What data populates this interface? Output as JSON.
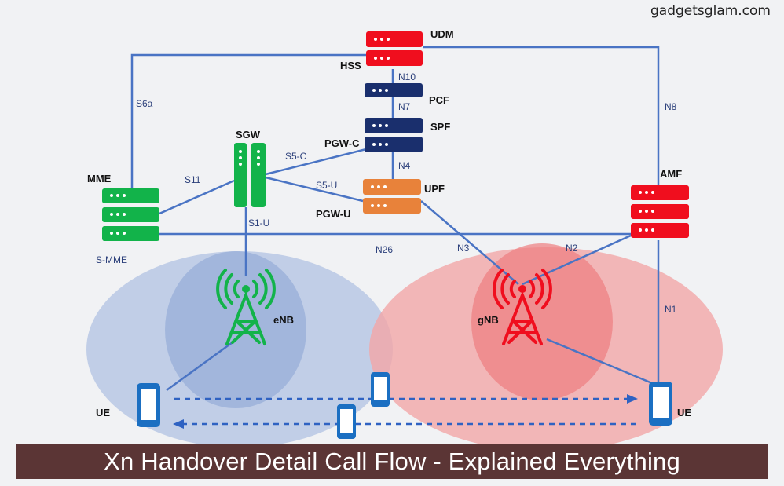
{
  "watermark": "gadgetsglam.com",
  "banner": "Xn Handover Detail Call Flow - Explained Everything",
  "nodes": {
    "udm": "UDM",
    "hss": "HSS",
    "pcf": "PCF",
    "spf": "SPF",
    "pgw_c": "PGW-C",
    "upf": "UPF",
    "pgw_u": "PGW-U",
    "sgw": "SGW",
    "mme": "MME",
    "s_mme": "S-MME",
    "amf": "AMF",
    "enb": "eNB",
    "gnb": "gNB",
    "ue_left": "UE",
    "ue_right": "UE"
  },
  "interfaces": {
    "n10": "N10",
    "n7": "N7",
    "n4": "N4",
    "n8": "N8",
    "s6a": "S6a",
    "s11": "S11",
    "s5c": "S5-C",
    "s5u": "S5-U",
    "s1u": "S1-U",
    "n26": "N26",
    "n3": "N3",
    "n2": "N2",
    "n1": "N1"
  },
  "colors": {
    "red": "#f00e1e",
    "navy": "#1a2f6d",
    "green": "#12b34a",
    "orange": "#e8823a",
    "blue": "#1b6fc2",
    "line": "#4a74c4"
  }
}
